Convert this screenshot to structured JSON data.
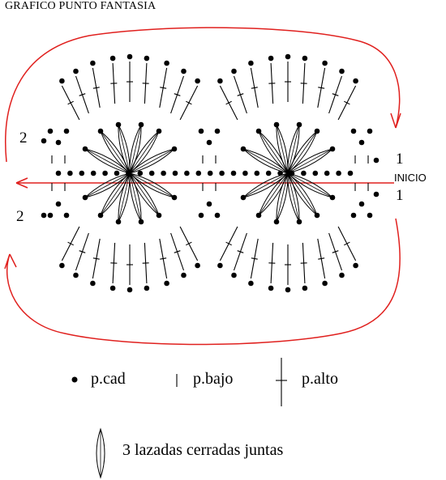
{
  "title": "GRAFICO PUNTO FANTASIA",
  "row_labels": {
    "left_top": "2",
    "left_bottom": "2",
    "right_top": "1",
    "right_bottom": "1"
  },
  "start_label": "INICIO",
  "legend": {
    "chain": "p.cad",
    "single": "p.bajo",
    "double": "p.alto",
    "cluster": "3 lazadas cerradas juntas"
  },
  "colors": {
    "ink": "#000000",
    "arrow": "#e0201e"
  },
  "icons": [
    "chain-stitch-dot",
    "single-crochet-mark",
    "double-crochet-mark",
    "three-loop-cluster-icon",
    "direction-arrow"
  ]
}
